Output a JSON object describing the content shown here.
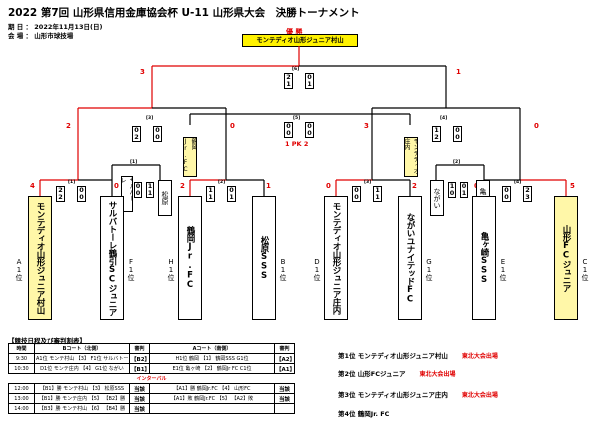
{
  "title": "2022 第7回 山形県信用金庫協会杯 U-11 山形県大会　決勝トーナメント",
  "date": "期 日 ： 2022年11月13日(日)",
  "venue": "会 場 ： 山形市球技場",
  "champion_label": "優 勝",
  "champion": "モンテディオ山形ジュニア村山",
  "final": {
    "round": "[6]",
    "score_l": [
      "2",
      "1"
    ],
    "score_r": [
      "0",
      "1"
    ],
    "left_total": "3",
    "right_total": "1"
  },
  "third": {
    "round": "[5]",
    "score_l": [
      "0",
      "0"
    ],
    "score_r": [
      "0",
      "0"
    ],
    "pk_label": "1 PK 2",
    "left_total": "0",
    "right_total": "0"
  },
  "semis": [
    {
      "round": "[3]",
      "score_l": [
        "0",
        "2"
      ],
      "score_r": [
        "0",
        "0"
      ],
      "left_total": "2",
      "right_total": "0"
    },
    {
      "round": "[4]",
      "score_l": [
        "1",
        "2"
      ],
      "score_r": [
        "0",
        "0"
      ],
      "left_total": "3",
      "right_total": "0"
    }
  ],
  "quarters": [
    {
      "round": "[1]",
      "score_l": [
        "2",
        "2"
      ],
      "score_r": [
        "0",
        "0"
      ],
      "left_total": "4",
      "right_total": "0"
    },
    {
      "round": "[2]",
      "score_l": [
        "1",
        "1"
      ],
      "score_r": [
        "0",
        "1"
      ],
      "left_total": "2",
      "right_total": "1"
    },
    {
      "round": "[3]",
      "score_l": [
        "0",
        "0"
      ],
      "score_r": [
        "1",
        "1"
      ],
      "left_total": "0",
      "right_total": "2"
    },
    {
      "round": "[4]",
      "score_l": [
        "0",
        "0"
      ],
      "score_r": [
        "2",
        "3"
      ],
      "left_total": "0",
      "right_total": "5"
    }
  ],
  "round1": [
    {
      "round": "[1]",
      "score_l": [
        "0",
        "0"
      ],
      "score_r": [
        "1",
        "1"
      ],
      "left": "サルバトーレ",
      "right": "松原"
    },
    {
      "round": "[2]",
      "score_l": [
        "1",
        "0"
      ],
      "score_r": [
        "0",
        "1"
      ],
      "left": "ながい",
      "right": "亀ヶ崎"
    }
  ],
  "loser_boxes": [
    "鶴岡Jr.FC",
    "モンテディオ庄内"
  ],
  "teams": [
    {
      "name": "モンテディオ山形ジュニア村山",
      "seed": "A1位",
      "yellow": true
    },
    {
      "name": "サルバトーレ鶴引SCジュニア",
      "seed": "F1位",
      "yellow": false
    },
    {
      "name": "鶴岡Jr.FC",
      "seed": "H1位",
      "yellow": false
    },
    {
      "name": "松原SSS",
      "seed": "B1位",
      "yellow": false
    },
    {
      "name": "モンテディオ山形ジュニア庄内",
      "seed": "D1位",
      "yellow": false
    },
    {
      "name": "ながいユナイテッドFC",
      "seed": "G1位",
      "yellow": false
    },
    {
      "name": "亀ヶ崎SSS",
      "seed": "E1位",
      "yellow": false
    },
    {
      "name": "山形FCジュニア",
      "seed": "C1位",
      "yellow": true
    }
  ],
  "schedule": {
    "title": "【競技日程及び審判割表】",
    "headers": [
      "時間",
      "Bコート（北側）",
      "審判",
      "Aコート（南側）",
      "審判"
    ],
    "rows": [
      {
        "time": "9:30",
        "b": "A1位 モンテ村山 【3】 F1位 サルバトーレ",
        "b_ref": "【B2】",
        "a": "H1位 鶴岡 【1】 鶴岡SSS G1位",
        "a_ref": "【A2】"
      },
      {
        "time": "10:30",
        "b": "D1位 モンテ庄内 【4】 G1位 ながい",
        "b_ref": "【B1】",
        "a": "E1位 亀ヶ崎 【2】 鶴岡Jr FC C1位",
        "a_ref": "【A1】"
      },
      {
        "interval": "インターバル"
      },
      {
        "time": "12:00",
        "b": "【B1】勝 モンテ村山 【3】 松原SSS",
        "b_ref": "当該",
        "a": "【A1】勝 鶴岡Jr.FC 【4】 山形FC",
        "a_ref": "当該"
      },
      {
        "time": "13:00",
        "b": "【B1】勝 モンテ庄内 【5】 【B2】勝",
        "b_ref": "当該",
        "a": "【A1】敗 鶴岡Jr.FC 【5】 【A2】敗",
        "a_ref": "当該"
      },
      {
        "time": "14:00",
        "b": "【B3】勝 モンテ村山 【6】 【B4】勝",
        "b_ref": "当該",
        "a": "",
        "a_ref": ""
      }
    ]
  },
  "results": [
    {
      "rank": "第1位 モンテディオ山形ジュニア村山",
      "note": "東北大会出場"
    },
    {
      "rank": "第2位 山形FCジュニア",
      "note": "東北大会出場"
    },
    {
      "rank": "第3位 モンテディオ山形ジュニア庄内",
      "note": "東北大会出場"
    },
    {
      "rank": "第4位 鶴岡Jr. FC",
      "note": ""
    }
  ]
}
